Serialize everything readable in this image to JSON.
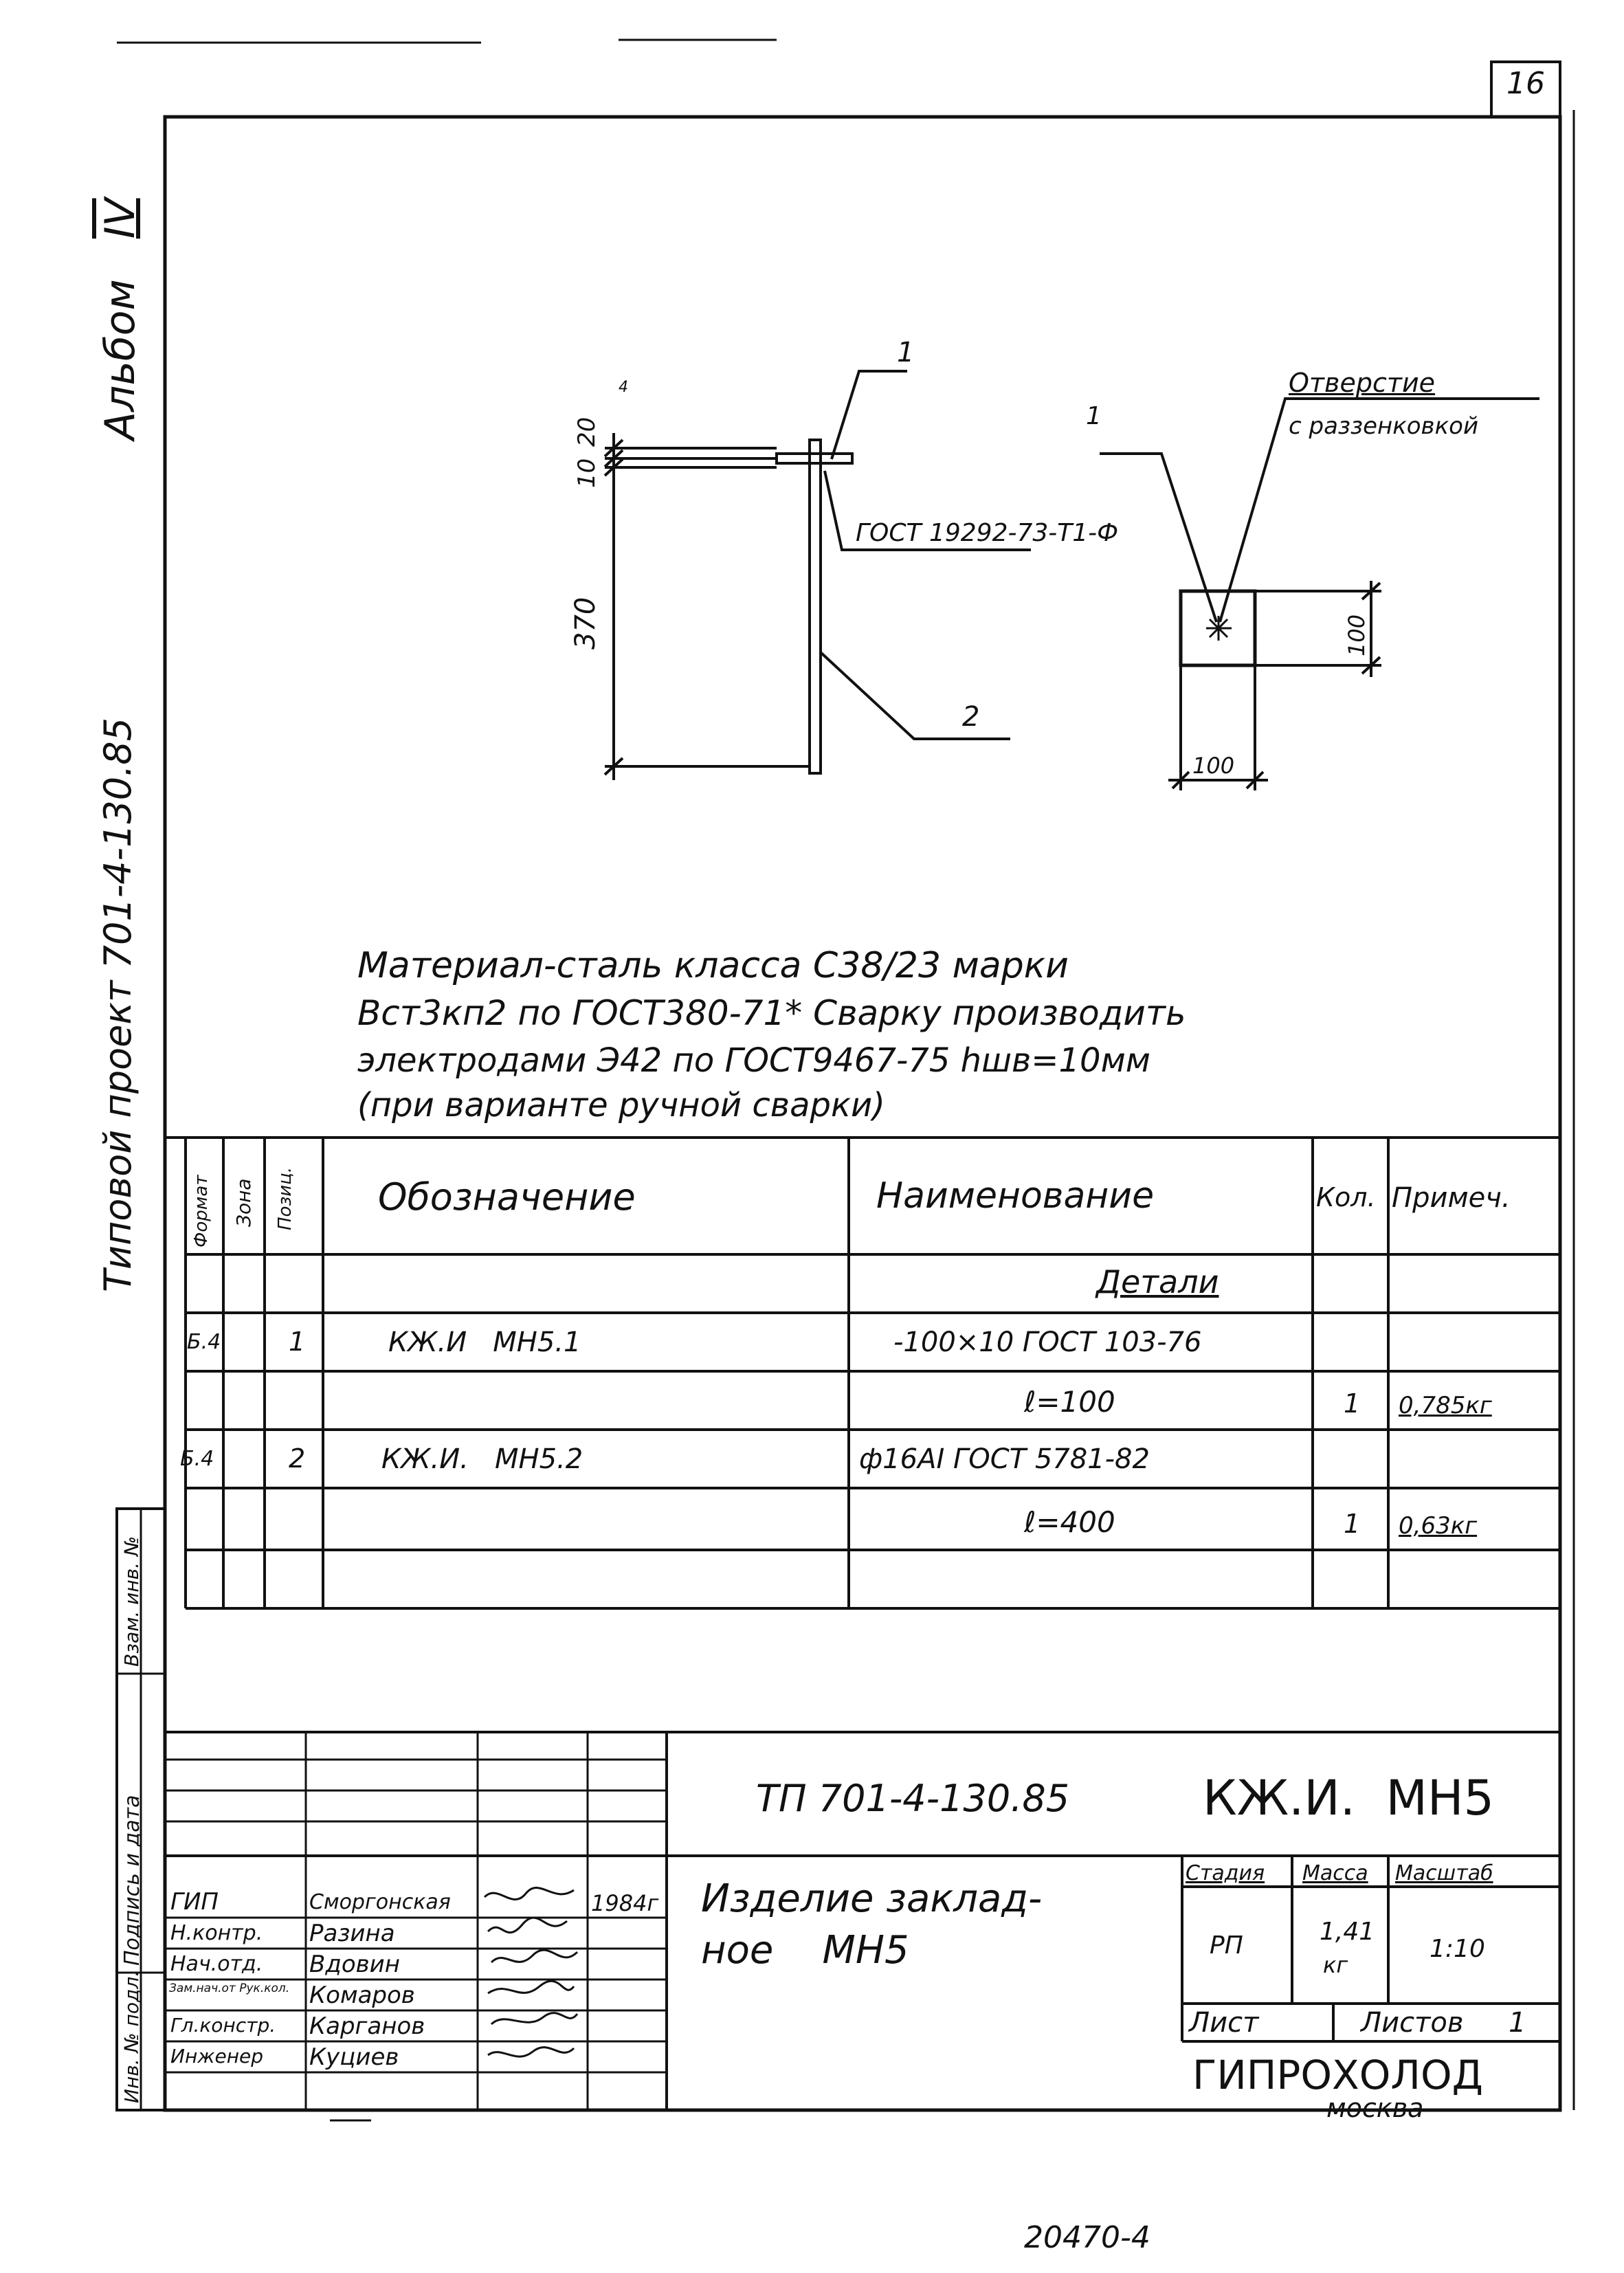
{
  "sheet_number": "16",
  "side_margin": {
    "album_label": "Альбом",
    "album_number": "IV",
    "project_label": "Типовой проект 701-4-130.85"
  },
  "drawing": {
    "dim_20": "20",
    "dim_10": "10",
    "dim_370": "370",
    "leader_1": "1",
    "leader_2": "2",
    "leader_1b": "1",
    "weld_note": "ГОСТ 19292-73-Т1-Ф",
    "hole_note_line1": "Отверстие",
    "hole_note_line2": "с раззенковкой",
    "dim_100_v": "100",
    "dim_100_h": "100",
    "tick_mark": "4"
  },
  "notes": {
    "line1": "Материал-сталь класса С38/23 марки",
    "line2": "Вст3кп2 по ГОСТ380-71* Сварку производить",
    "line3": "электродами Э42 по ГОСТ9467-75  hшв=10мм",
    "line4": "(при варианте ручной сварки)"
  },
  "spec_table": {
    "headers": {
      "format": "Формат",
      "zone": "Зона",
      "pos": "Позиц.",
      "designation": "Обозначение",
      "name": "Наименование",
      "qty": "Кол.",
      "note": "Примеч."
    },
    "section_title": "Детали",
    "rows": [
      {
        "format": "Б.4",
        "pos": "1",
        "designation": "КЖ.И   МН5.1",
        "name": "-100×10 ГОСТ 103-76",
        "qty": "",
        "note": ""
      },
      {
        "format": "",
        "pos": "",
        "designation": "",
        "name": "ℓ=100",
        "qty": "1",
        "note": "0,785кг"
      },
      {
        "format": "Б.4",
        "pos": "2",
        "designation": "КЖ.И.   МН5.2",
        "name": "ф16АI ГОСТ 5781-82",
        "qty": "",
        "note": ""
      },
      {
        "format": "",
        "pos": "",
        "designation": "",
        "name": "ℓ=400",
        "qty": "1",
        "note": "0,63кг"
      }
    ]
  },
  "left_strip": {
    "inv_podl": "Инв. № подл.",
    "podpis": "Подпись и дата",
    "vzam": "Взам. инв. №"
  },
  "title_block": {
    "project_code": "ТП 701-4-130.85",
    "doc_code": "КЖ.И.  МН5",
    "title_line1": "Изделие заклад-",
    "title_line2": "ное    МН5",
    "stage_label": "Стадия",
    "mass_label": "Масса",
    "scale_label": "Масштаб",
    "stage": "РП",
    "mass": "1,41",
    "mass_unit": "кг",
    "scale": "1:10",
    "sheet_label": "Лист",
    "sheets_label": "Листов",
    "sheets_count": "1",
    "org_name": "ГИПРОХОЛОД",
    "org_city": "москва",
    "signers": [
      {
        "role": "ГИП",
        "name": "Сморгонская",
        "date": "1984г"
      },
      {
        "role": "Н.контр.",
        "name": "Разина",
        "date": ""
      },
      {
        "role": "Нач.отд.",
        "name": "Вдовин",
        "date": ""
      },
      {
        "role": "Зам.нач.от Рук.кол.",
        "name": "Комаров",
        "date": ""
      },
      {
        "role": "Гл.констр.",
        "name": "Карганов",
        "date": ""
      },
      {
        "role": "Инженер",
        "name": "Куциев",
        "date": ""
      }
    ]
  },
  "bottom_stamp": "20470-4"
}
